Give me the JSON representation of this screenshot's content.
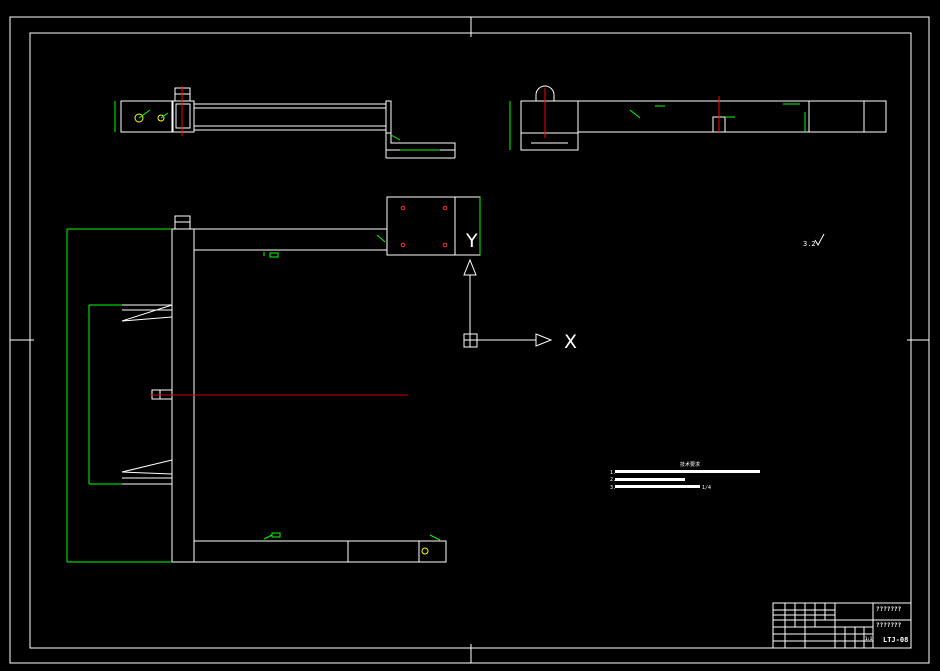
{
  "colors": {
    "background": "#000000",
    "outline": "#ffffff",
    "dimension": "#00ff00",
    "centerline": "#ff0000",
    "accent": "#ffff00"
  },
  "ucs": {
    "x_label": "X",
    "y_label": "Y"
  },
  "annotations": {
    "roughness_label": "3.2"
  },
  "tech_notes": {
    "heading": "技术要求",
    "items": [
      "1.",
      "2.",
      "3."
    ],
    "item3_suffix": "1/4"
  },
  "title_block": {
    "drawing_name": "???????",
    "company": "???????",
    "drawing_code": "LTJ-08",
    "scale": "1:1"
  }
}
